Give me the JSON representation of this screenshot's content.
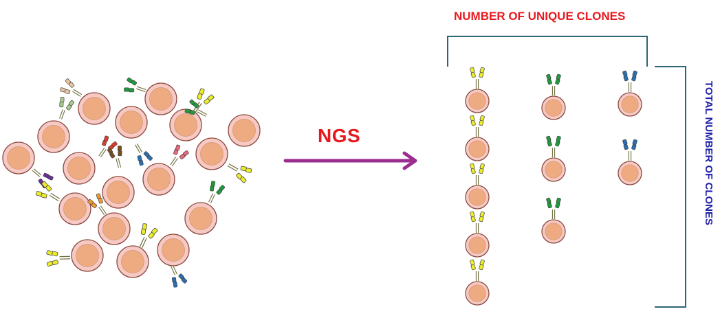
{
  "labels": {
    "method": "NGS",
    "unique_clones": "NUMBER OF UNIQUE CLONES",
    "total_clones": "TOTAL NUMBER OF CLONES"
  },
  "colors": {
    "method": "#e8191e",
    "unique_clones": "#e8191e",
    "total_clones": "#1f1fa8",
    "arrow": "#9b2d91",
    "bracket": "#2c6478",
    "cell_outer": "#f7c9c4",
    "cell_inner": "#eeaa80",
    "cell_stroke": "#8a4a3e"
  },
  "receptor_colors": {
    "yellow": "#ecec2c",
    "green": "#1f9a3e",
    "blue": "#2a6fb0",
    "red": "#e23a2c",
    "brown": "#7a4e24",
    "pink": "#e66a7a",
    "purple": "#6a2c9a",
    "orange": "#f09a2c",
    "light-green": "#a8cc8c",
    "tan": "#e8c4a0"
  },
  "sorted_clones": [
    {
      "clone": "yellow",
      "count": 5
    },
    {
      "clone": "green",
      "count": 3
    },
    {
      "clone": "blue",
      "count": 2
    }
  ]
}
